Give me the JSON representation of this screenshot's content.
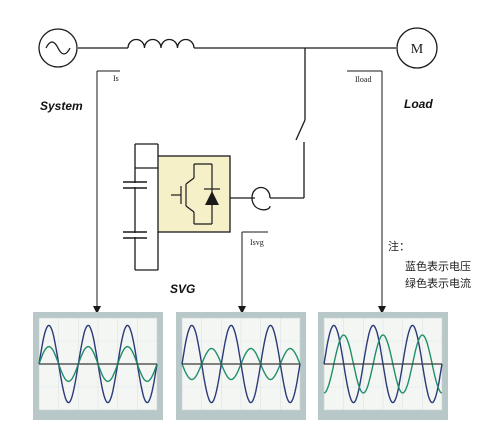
{
  "labels": {
    "system": "System",
    "load": "Load",
    "svg": "SVG",
    "is": "Is",
    "iload": "Iload",
    "isvg": "Isvg",
    "motor": "M"
  },
  "note": {
    "title": "注：",
    "line1": "蓝色表示电压",
    "line2": "绿色表示电流"
  },
  "colors": {
    "wire": "#1a1a1a",
    "voltage": "#2b3a78",
    "current": "#1f8f6a",
    "svg_box": "#f5f0c8",
    "scope_bg": "#f4f6f4",
    "scope_frame": "#b8c8c8"
  },
  "chart_data": [
    {
      "type": "line",
      "name": "system-current-scope",
      "series": [
        {
          "amplitude": 1.0,
          "cycles": 3,
          "phase": 0
        },
        {
          "amplitude": 0.45,
          "cycles": 3,
          "phase": 0
        }
      ]
    },
    {
      "type": "line",
      "name": "svg-current-scope",
      "series": [
        {
          "amplitude": 1.0,
          "cycles": 3,
          "phase": 0
        },
        {
          "amplitude": 0.4,
          "cycles": 3,
          "phase": 3.14159
        }
      ]
    },
    {
      "type": "line",
      "name": "load-current-scope",
      "series": [
        {
          "amplitude": 1.0,
          "cycles": 3,
          "phase": 0
        },
        {
          "amplitude": 0.75,
          "cycles": 3,
          "phase": -1.5708
        }
      ]
    }
  ]
}
